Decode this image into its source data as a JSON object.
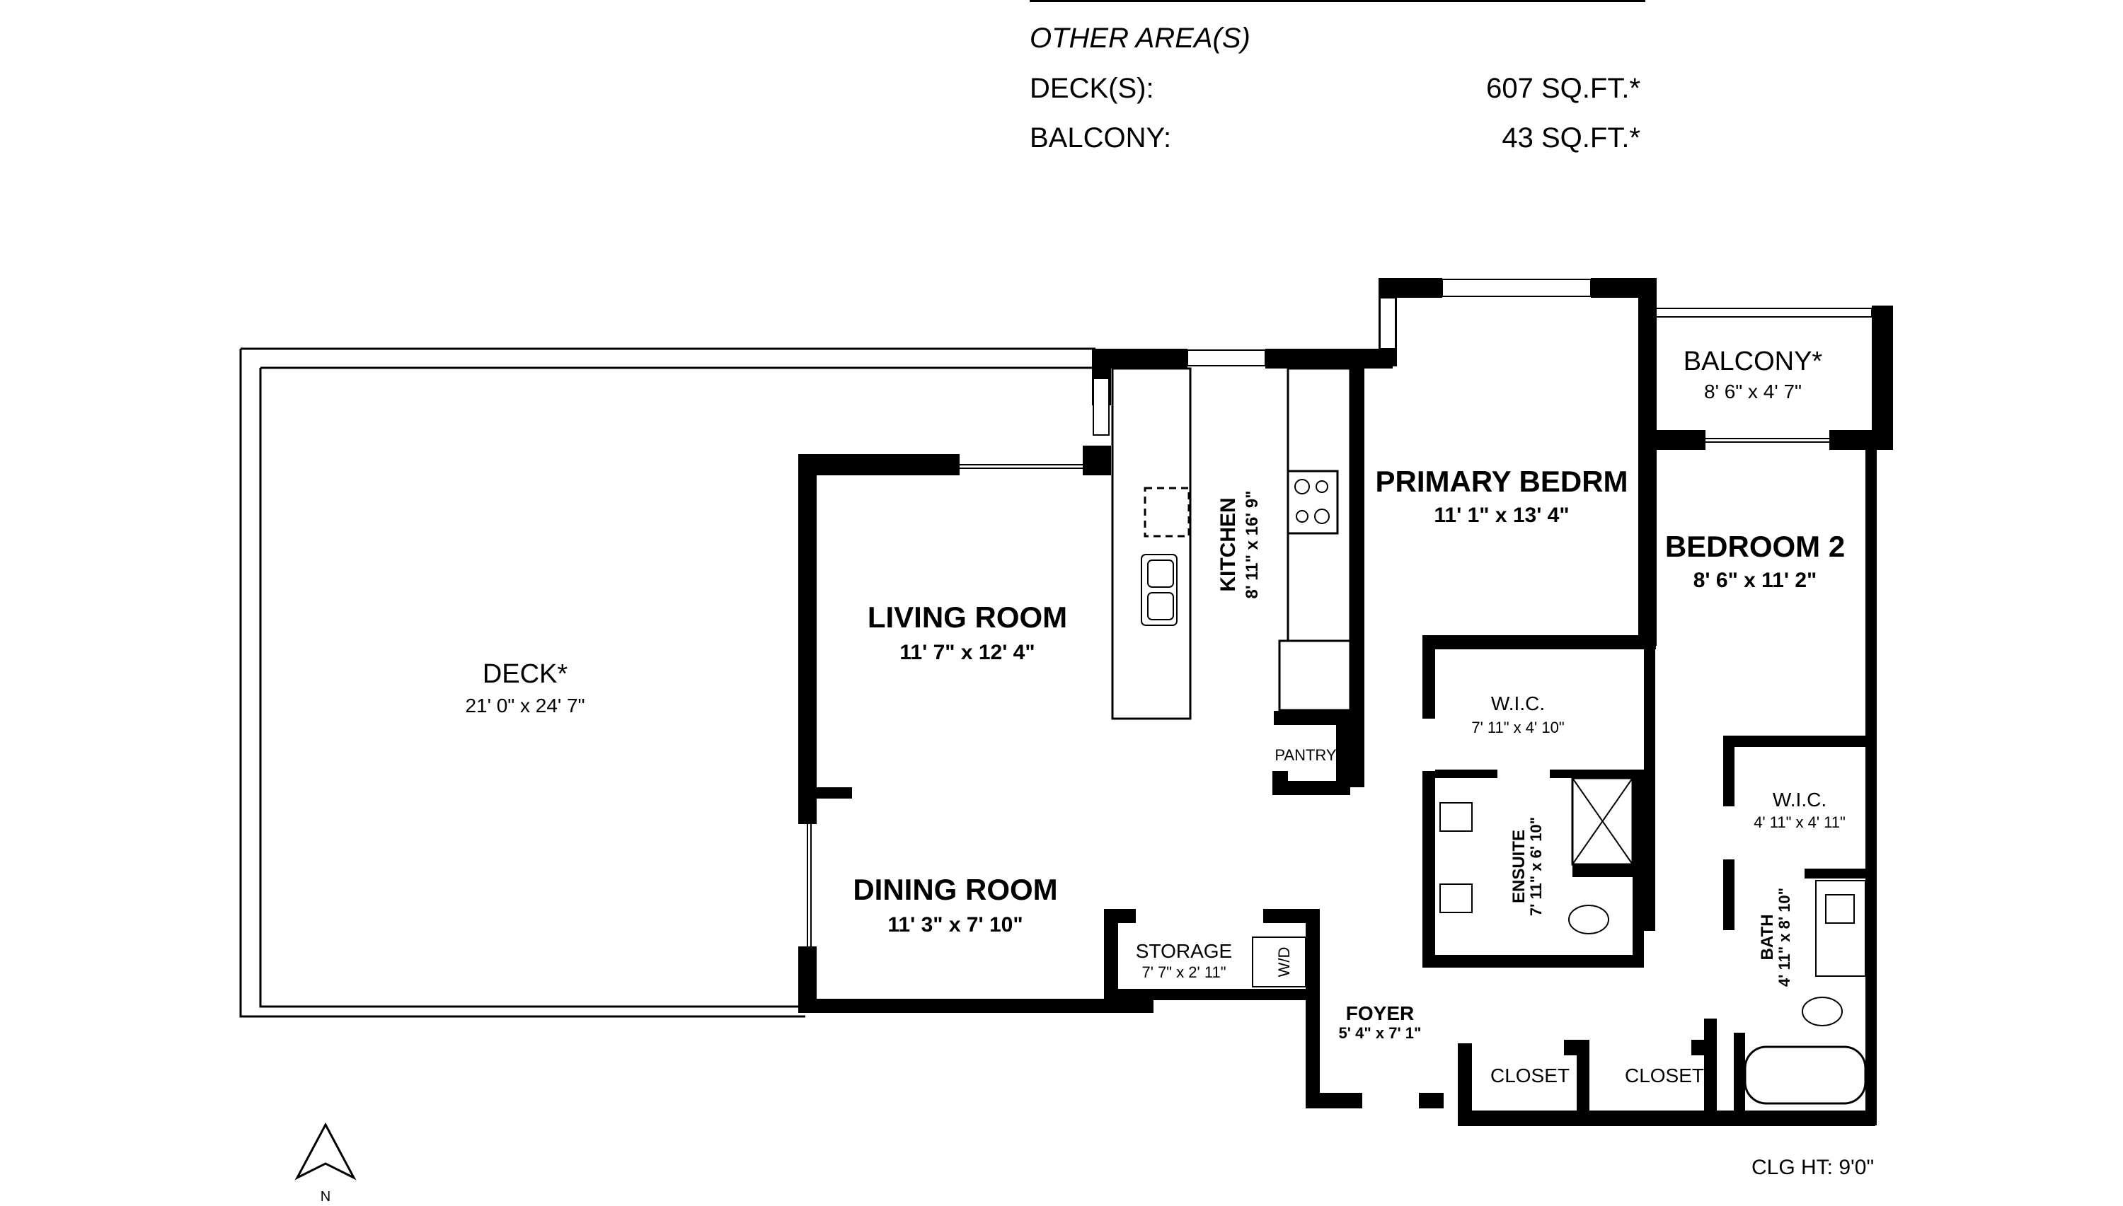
{
  "summary": {
    "heading": "OTHER AREA(S)",
    "rows": [
      {
        "label": "DECK(S):",
        "value": "607 SQ.FT.*"
      },
      {
        "label": "BALCONY:",
        "value": "43 SQ.FT.*"
      }
    ]
  },
  "rooms": {
    "deck": {
      "name": "DECK*",
      "dims": "21' 0\" x 24' 7\""
    },
    "living": {
      "name": "LIVING ROOM",
      "dims": "11' 7\" x 12' 4\""
    },
    "dining": {
      "name": "DINING ROOM",
      "dims": "11' 3\" x 7' 10\""
    },
    "kitchen": {
      "name": "KITCHEN",
      "dims": "8' 11\" x 16' 9\""
    },
    "pantry": {
      "name": "PANTRY"
    },
    "storage": {
      "name": "STORAGE",
      "dims": "7' 7\" x 2' 11\""
    },
    "wd": {
      "name": "W/D"
    },
    "foyer": {
      "name": "FOYER",
      "dims": "5' 4\" x 7' 1\""
    },
    "primary": {
      "name": "PRIMARY BEDRM",
      "dims": "11' 1\" x 13' 4\""
    },
    "wic1": {
      "name": "W.I.C.",
      "dims": "7' 11\" x 4' 10\""
    },
    "ensuite": {
      "name": "ENSUITE",
      "dims": "7' 11\" x 6' 10\""
    },
    "balcony": {
      "name": "BALCONY*",
      "dims": "8' 6\" x 4' 7\""
    },
    "bedroom2": {
      "name": "BEDROOM 2",
      "dims": "8' 6\" x 11' 2\""
    },
    "wic2": {
      "name": "W.I.C.",
      "dims": "4' 11\" x 4' 11\""
    },
    "bath": {
      "name": "BATH",
      "dims": "4' 11\" x 8' 10\""
    },
    "closet1": {
      "name": "CLOSET"
    },
    "closet2": {
      "name": "CLOSET"
    }
  },
  "footer": {
    "ceiling_height": "CLG HT: 9'0\"",
    "north_label": "N"
  }
}
